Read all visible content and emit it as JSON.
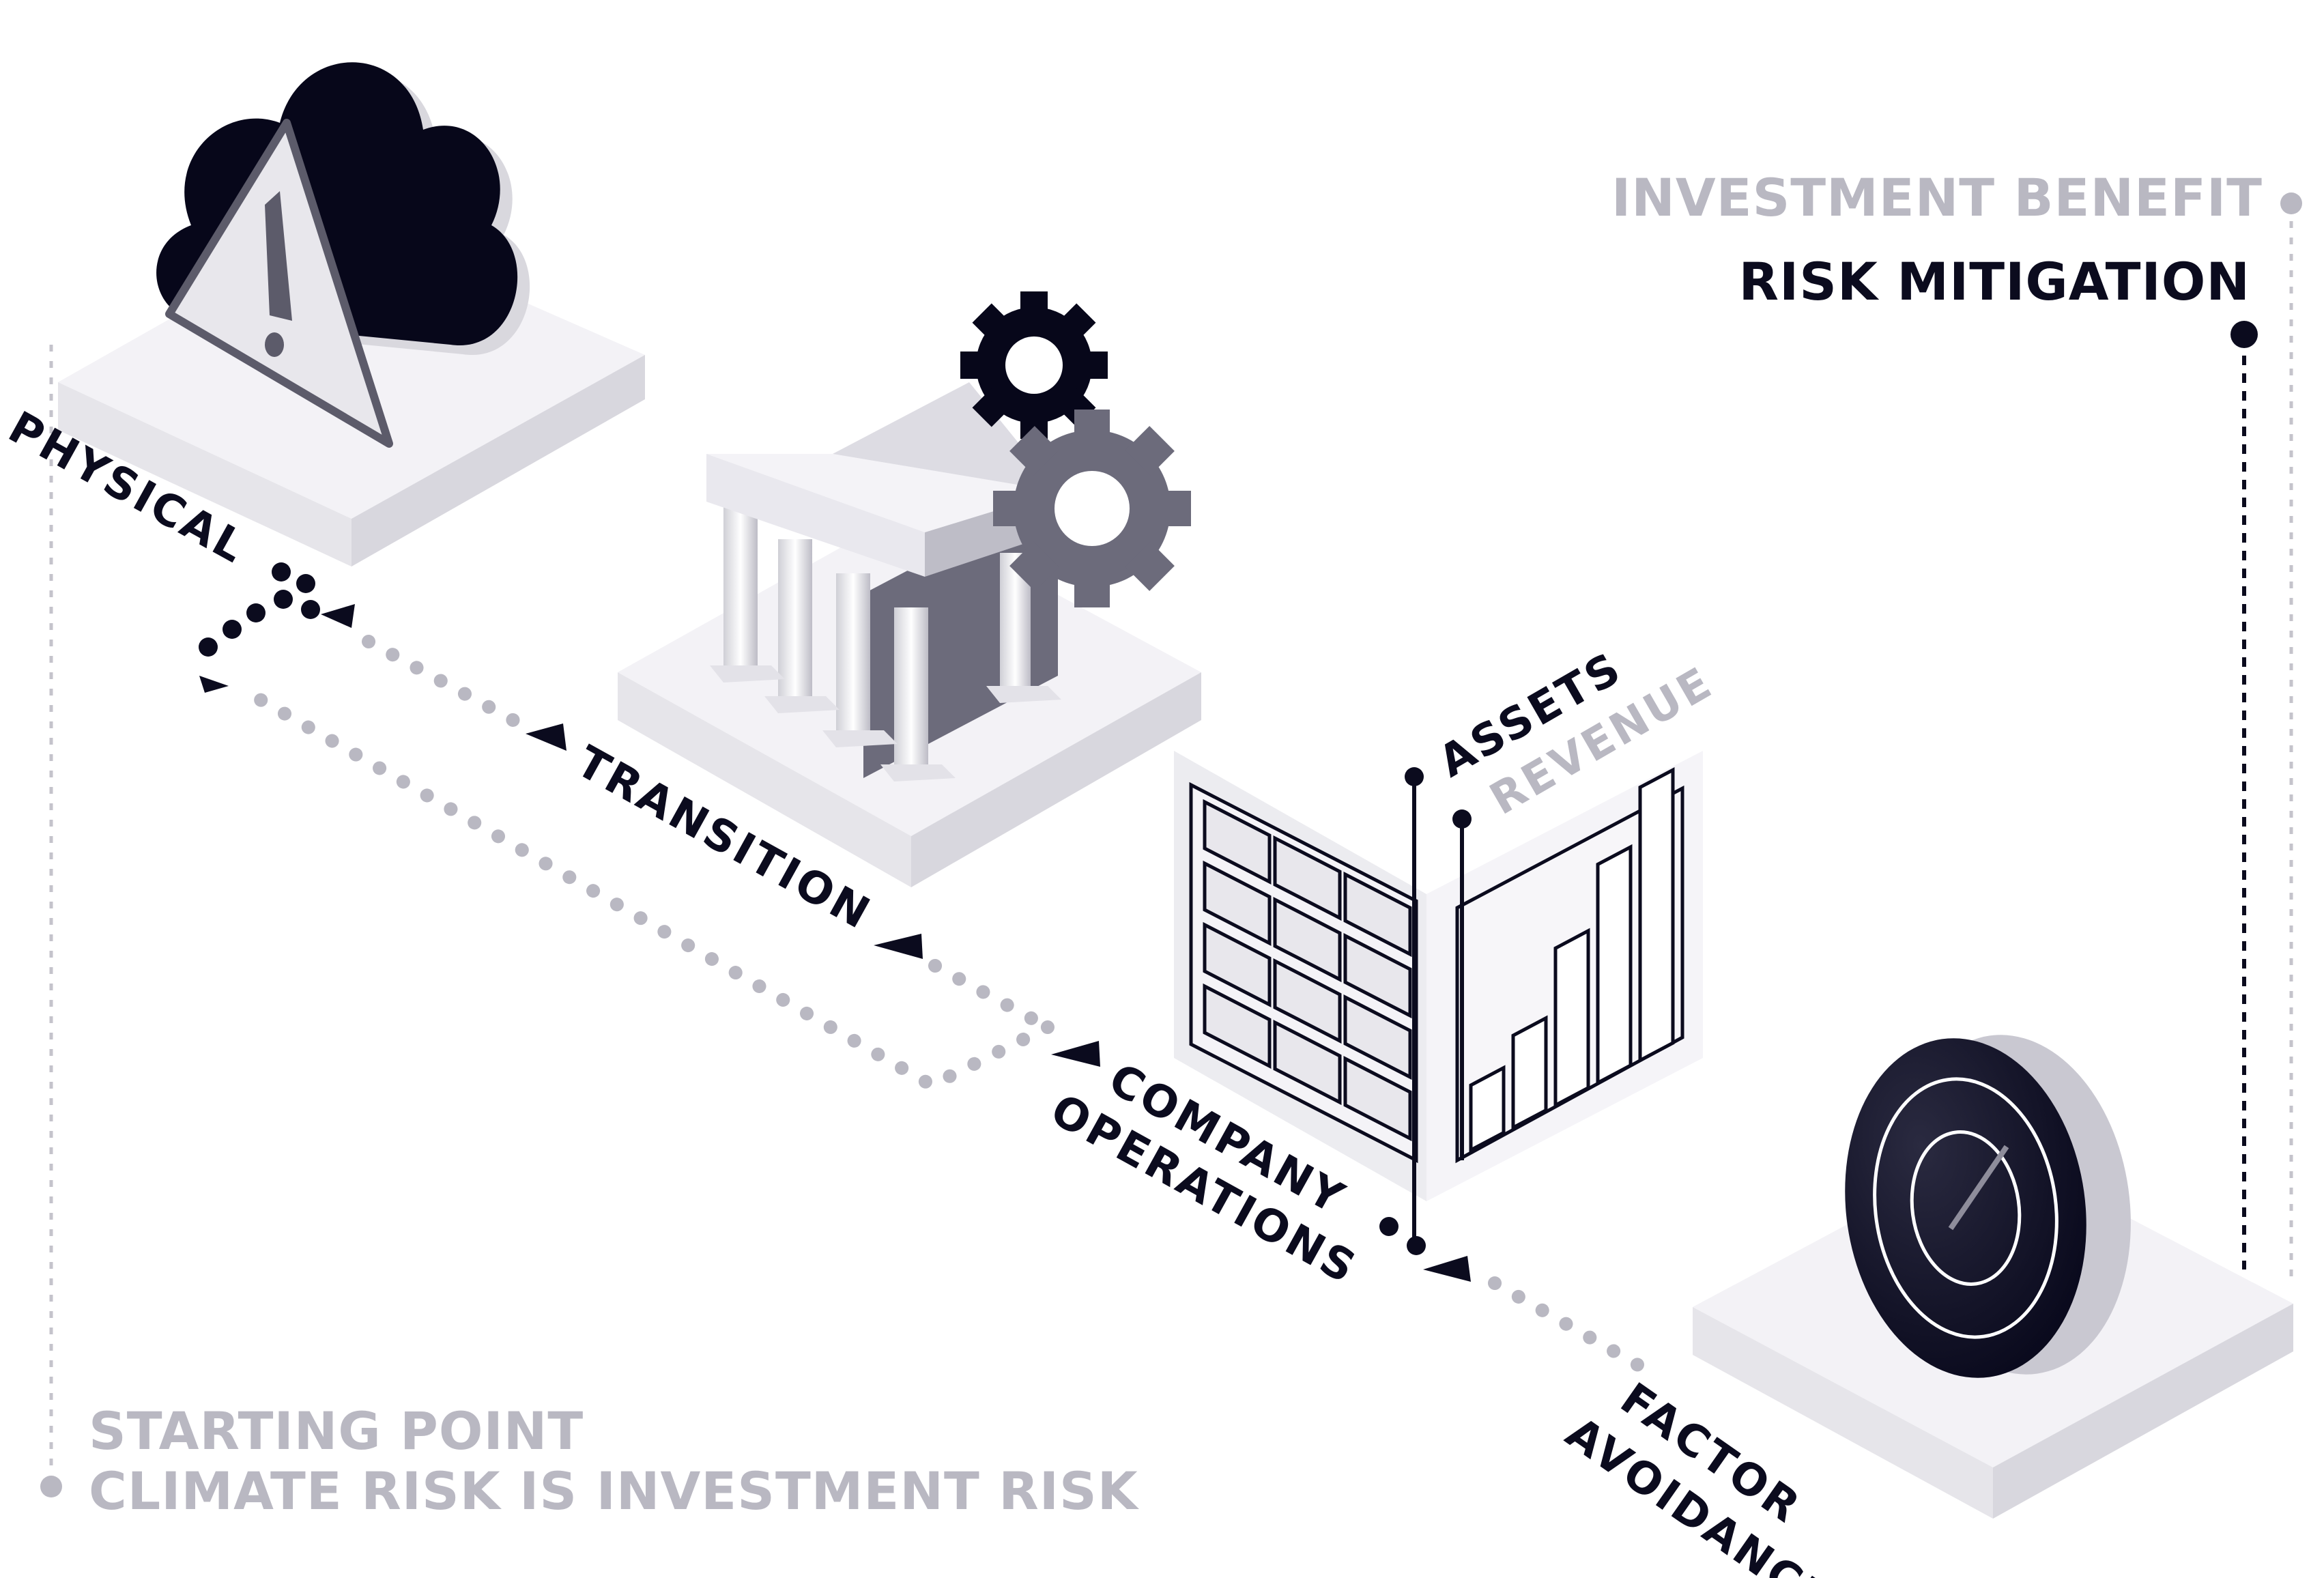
{
  "colors": {
    "ink": "#0b0b1e",
    "muted": "#b9b8c2",
    "platform_top": "#f1f0f4",
    "platform_side": "#e2e1e6",
    "platform_front": "#d4d3da",
    "accent_gray": "#6c6b7b"
  },
  "icons": [
    "cloud-icon",
    "warning-triangle-icon",
    "bank-building-icon",
    "gear-icon",
    "gear-icon",
    "building-grid-icon",
    "bar-chart-icon",
    "target-icon"
  ],
  "start": {
    "title": "STARTING POINT",
    "subtitle": "CLIMATE RISK IS INVESTMENT RISK"
  },
  "benefit": {
    "title": "INVESTMENT BENEFIT",
    "subtitle": "RISK MITIGATION"
  },
  "stages": {
    "physical": "PHYSICAL",
    "transition": "TRANSITION",
    "company_line1": "COMPANY",
    "company_line2": "OPERATIONS",
    "assets": "ASSETS",
    "revenue": "REVENUE",
    "factor_line1": "FACTOR",
    "factor_line2": "AVOIDANCE"
  }
}
